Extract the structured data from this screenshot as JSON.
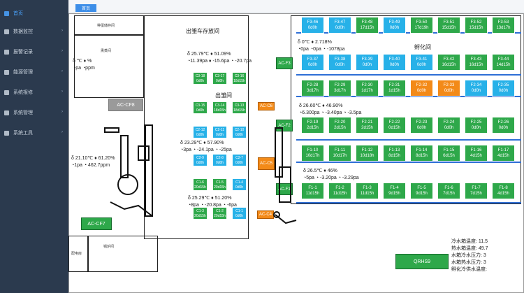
{
  "sidebar": {
    "items": [
      {
        "label": "首页"
      },
      {
        "label": "数据监控"
      },
      {
        "label": "报警记录"
      },
      {
        "label": "能源管理"
      },
      {
        "label": "系统报修"
      },
      {
        "label": "系统管理"
      },
      {
        "label": "系统工具"
      }
    ]
  },
  "topbar": {
    "tab": "首页"
  },
  "rooms": {
    "storage": "出雏车存放间",
    "hatch": "孵化间",
    "out": "出雏间",
    "left_top_1": "种蛋储存间",
    "left_top_2": "熏蒸间",
    "bottom_1": "配电房",
    "bottom_2": "锅炉间"
  },
  "env": {
    "left_upper": {
      "t1": "δ ℃  ♦ %",
      "t2": "◔pa  ◔ppm"
    },
    "left_lower": {
      "t1": "δ 21.10℃  ♦ 61.20%",
      "t2": "◔1pa  ◔ 462.7ppm"
    },
    "out_top": {
      "t1": "δ 25.79℃  ♦ 51.09%",
      "t2": "◔11.39pa  ♦ -15.6pa  ◔ -20.7pa"
    },
    "out_mid": {
      "t1": "δ 23.29℃  ♦ 57.90%",
      "t2": "◔3pa  ◔ -24.1pa  ◔ -25pa"
    },
    "out_low": {
      "t1": "δ 25.29℃  ♦ 51.20%",
      "t2": "◔8pa  ◔ -20.8pa  ◔ -6pa"
    },
    "hatch_top": {
      "t1": "δ 0℃  ♦ 2.718%",
      "t2": "◔0pa  ◔0pa  ◔ -1078pa"
    },
    "hatch_mid": {
      "t1": "δ 26.60℃  ♦ 46.90%",
      "t2": "◔6.300pa  ◔ -3.40pa  ◔ -3.5pa"
    },
    "hatch_low": {
      "t1": "δ 26.5℃  ♦ 46%",
      "t2": "◔5pa  ◔ -3.20pa  ◔ -3.29pa"
    }
  },
  "ac": {
    "cf8": "AC-CF8",
    "cf7": "AC-CF7",
    "c6": "AC-C6",
    "c5": "AC-C5",
    "c4": "AC-C4",
    "f3": "AC-F3",
    "f2": "AC-F2",
    "f1": "AC-F1",
    "qrh": "QRHS9"
  },
  "row3": [
    {
      "id": "F3-46",
      "v": "0d0h",
      "c": "b"
    },
    {
      "id": "F3-47",
      "v": "0d0h",
      "c": "b"
    },
    {
      "id": "F3-48",
      "v": "17d15h",
      "c": "g"
    },
    {
      "id": "F3-49",
      "v": "0d0h",
      "c": "b"
    },
    {
      "id": "F3-50",
      "v": "17d19h",
      "c": "g"
    },
    {
      "id": "F3-51",
      "v": "15d15h",
      "c": "g"
    },
    {
      "id": "F3-52",
      "v": "15d15h",
      "c": "g"
    },
    {
      "id": "F3-53",
      "v": "13d17h",
      "c": "g"
    }
  ],
  "row3b": [
    {
      "id": "F3-37",
      "v": "0d0h",
      "c": "b"
    },
    {
      "id": "F3-38",
      "v": "0d0h",
      "c": "b"
    },
    {
      "id": "F3-39",
      "v": "0d0h",
      "c": "b"
    },
    {
      "id": "F3-40",
      "v": "0d0h",
      "c": "b"
    },
    {
      "id": "F3-41",
      "v": "0d0h",
      "c": "b"
    },
    {
      "id": "F3-42",
      "v": "16d15h",
      "c": "g"
    },
    {
      "id": "F3-43",
      "v": "16d15h",
      "c": "g"
    },
    {
      "id": "F3-44",
      "v": "14d15h",
      "c": "g"
    }
  ],
  "row2": [
    {
      "id": "F2-28",
      "v": "3d17h",
      "c": "g"
    },
    {
      "id": "F2-29",
      "v": "3d17h",
      "c": "g"
    },
    {
      "id": "F2-30",
      "v": "1d17h",
      "c": "g"
    },
    {
      "id": "F2-31",
      "v": "1d15h",
      "c": "g"
    },
    {
      "id": "F2-32",
      "v": "0d0h",
      "c": "o"
    },
    {
      "id": "F2-33",
      "v": "0d0h",
      "c": "o"
    },
    {
      "id": "F2-34",
      "v": "0d0h",
      "c": "b"
    },
    {
      "id": "F2-35",
      "v": "0d0h",
      "c": "b"
    }
  ],
  "row2b": [
    {
      "id": "F2-19",
      "v": "2d15h",
      "c": "g"
    },
    {
      "id": "F2-20",
      "v": "2d15h",
      "c": "g"
    },
    {
      "id": "F2-21",
      "v": "2d15h",
      "c": "g"
    },
    {
      "id": "F2-22",
      "v": "0d15h",
      "c": "g"
    },
    {
      "id": "F2-23",
      "v": "0d0h",
      "c": "g"
    },
    {
      "id": "F2-24",
      "v": "0d0h",
      "c": "g"
    },
    {
      "id": "F2-25",
      "v": "0d0h",
      "c": "g"
    },
    {
      "id": "F2-26",
      "v": "0d0h",
      "c": "g"
    }
  ],
  "row1": [
    {
      "id": "F1-10",
      "v": "10d17h",
      "c": "g"
    },
    {
      "id": "F1-11",
      "v": "10d17h",
      "c": "g"
    },
    {
      "id": "F1-12",
      "v": "10d18h",
      "c": "g"
    },
    {
      "id": "F1-13",
      "v": "8d15h",
      "c": "g"
    },
    {
      "id": "F1-14",
      "v": "8d15h",
      "c": "g"
    },
    {
      "id": "F1-15",
      "v": "6d15h",
      "c": "g"
    },
    {
      "id": "F1-16",
      "v": "4d15h",
      "c": "g"
    },
    {
      "id": "F1-17",
      "v": "4d15h",
      "c": "g"
    }
  ],
  "row1b": [
    {
      "id": "F1-1",
      "v": "11d15h",
      "c": "g"
    },
    {
      "id": "F1-2",
      "v": "11d15h",
      "c": "g"
    },
    {
      "id": "F1-3",
      "v": "11d15h",
      "c": "g"
    },
    {
      "id": "F1-4",
      "v": "9d15h",
      "c": "g"
    },
    {
      "id": "F1-5",
      "v": "9d15h",
      "c": "g"
    },
    {
      "id": "F1-6",
      "v": "7d15h",
      "c": "g"
    },
    {
      "id": "F1-7",
      "v": "7d15h",
      "c": "g"
    },
    {
      "id": "F1-8",
      "v": "4d15h",
      "c": "g"
    }
  ],
  "chute": [
    {
      "id": "C3-18",
      "v": "0d0h",
      "c": "g"
    },
    {
      "id": "C3-17",
      "v": "0d0h",
      "c": "g"
    },
    {
      "id": "C3-16",
      "v": "18d15h",
      "c": "g"
    },
    {
      "id": "C3-15",
      "v": "0d0h",
      "c": "g"
    },
    {
      "id": "C3-14",
      "v": "18d15h",
      "c": "g"
    },
    {
      "id": "C3-13",
      "v": "18d15h",
      "c": "g"
    },
    {
      "id": "C2-12",
      "v": "0d0h",
      "c": "b"
    },
    {
      "id": "C2-11",
      "v": "0d0h",
      "c": "b"
    },
    {
      "id": "C2-10",
      "v": "0d0h",
      "c": "b"
    },
    {
      "id": "C2-9",
      "v": "0d0h",
      "c": "b"
    },
    {
      "id": "C2-8",
      "v": "0d0h",
      "c": "b"
    },
    {
      "id": "C2-7",
      "v": "0d0h",
      "c": "b"
    },
    {
      "id": "C1-6",
      "v": "20d15h",
      "c": "g"
    },
    {
      "id": "C1-5",
      "v": "20d15h",
      "c": "g"
    },
    {
      "id": "C1-4",
      "v": "0d0h",
      "c": "b"
    },
    {
      "id": "C1-3",
      "v": "20d15h",
      "c": "g"
    },
    {
      "id": "C1-2",
      "v": "20d15h",
      "c": "g"
    },
    {
      "id": "C1-1",
      "v": "0d0h",
      "c": "b"
    }
  ],
  "legend": [
    "冷水箱温度: 11.5",
    "热水箱温度: 49.7",
    "水箱冷水压力: 3",
    "水箱热水压力: 3",
    "孵化冷供水温度: "
  ]
}
